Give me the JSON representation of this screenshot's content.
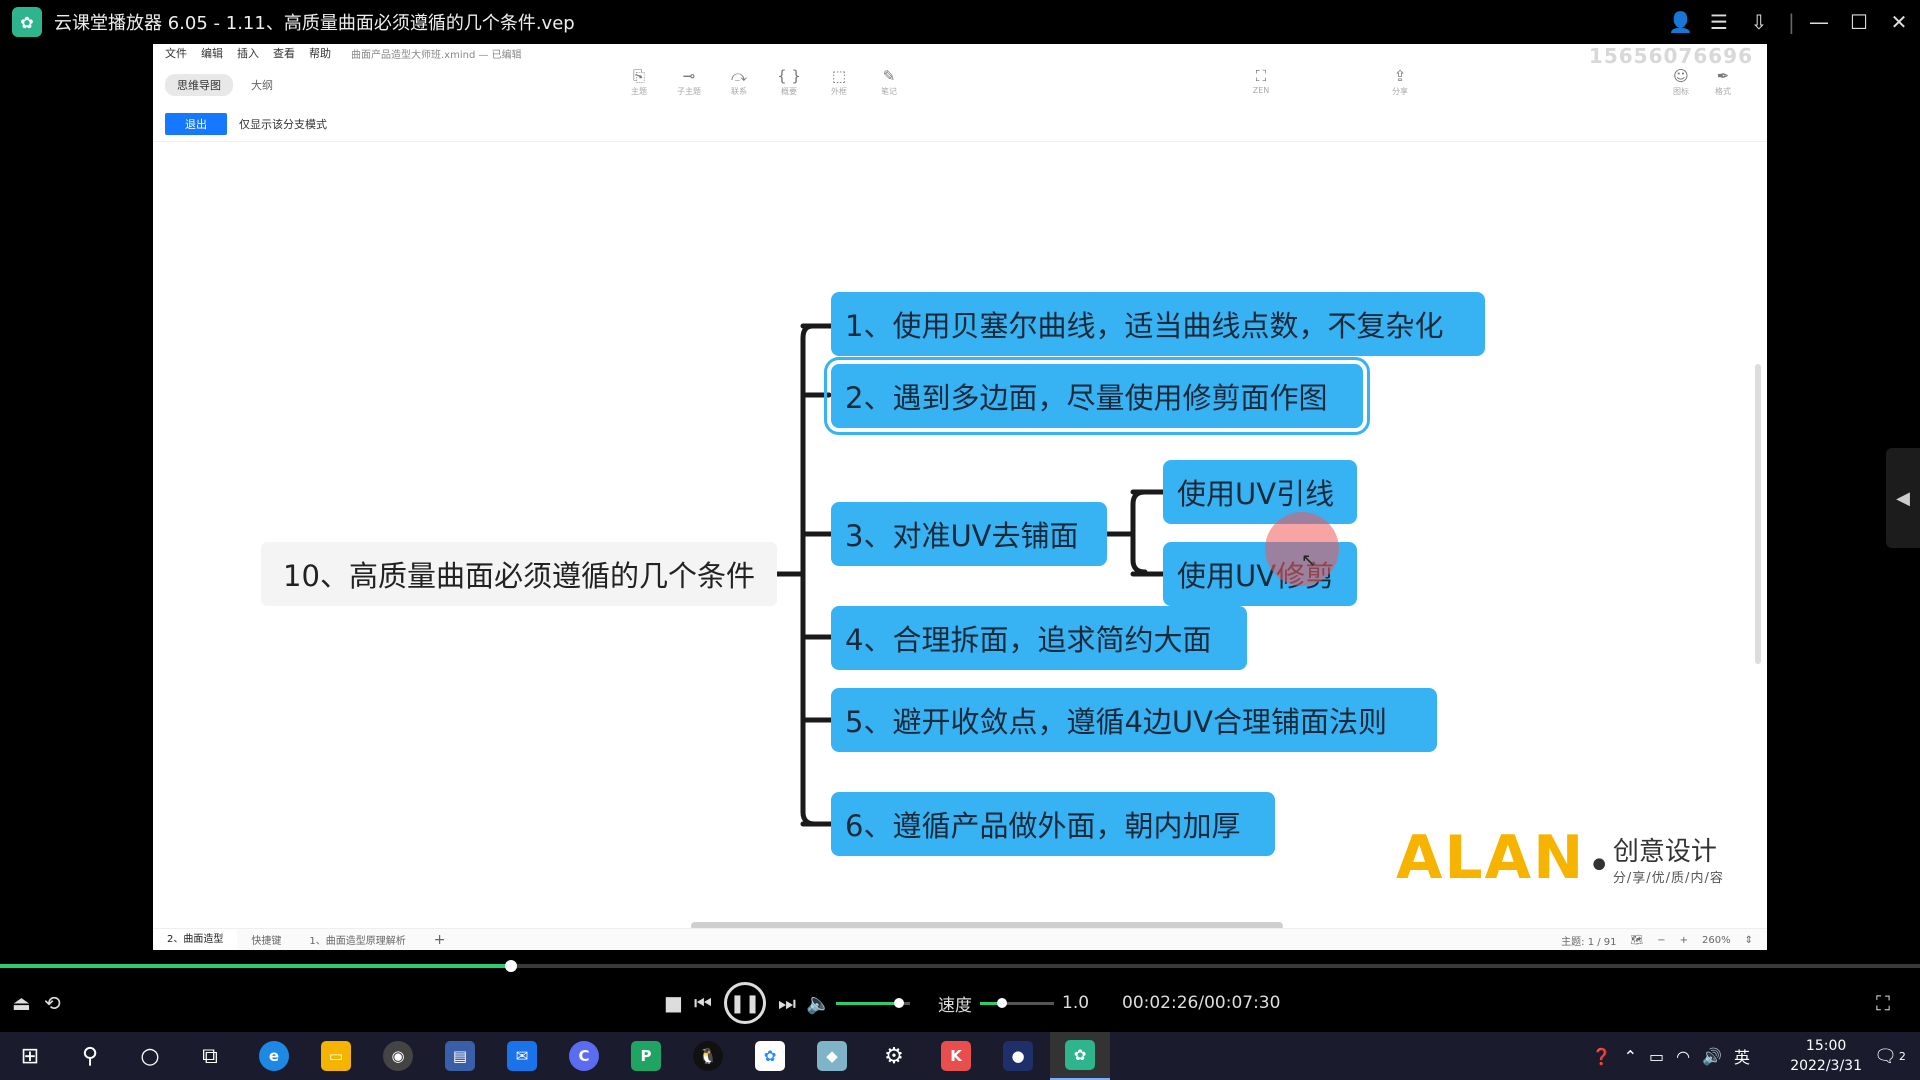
{
  "window": {
    "title": "云课堂播放器 6.05 - 1.11、高质量曲面必须遵循的几个条件.vep",
    "controls": [
      "user-icon",
      "list-icon",
      "download-icon",
      "minimize-icon",
      "maximize-icon",
      "close-icon"
    ]
  },
  "xmind": {
    "menu": [
      "文件",
      "编辑",
      "插入",
      "查看",
      "帮助"
    ],
    "doc_title": "曲面产品造型大师班.xmind — 已编辑",
    "watermark": "15656076696",
    "view_tabs": [
      "思维导图",
      "大纲"
    ],
    "tools": [
      {
        "icon": "topic-icon",
        "label": "主题"
      },
      {
        "icon": "subtopic-icon",
        "label": "子主题"
      },
      {
        "icon": "relation-icon",
        "label": "联系"
      },
      {
        "icon": "summary-icon",
        "label": "概要"
      },
      {
        "icon": "boundary-icon",
        "label": "外框"
      },
      {
        "icon": "note-icon",
        "label": "笔记"
      }
    ],
    "zen_label": "ZEN",
    "share_label": "分享",
    "right_tools": [
      {
        "icon": "icon-panel-icon",
        "label": "图标"
      },
      {
        "icon": "format-icon",
        "label": "格式"
      }
    ],
    "exit_button": "退出",
    "branch_mode_label": "仅显示该分支模式",
    "central_topic": "10、高质量曲面必须遵循的几个条件",
    "topics": [
      "1、使用贝塞尔曲线，适当曲线点数，不复杂化",
      "2、遇到多边面，尽量使用修剪面作图",
      "3、对准UV去铺面",
      "4、合理拆面，追求简约大面",
      "5、避开收敛点，遵循4边UV合理铺面法则",
      "6、遵循产品做外面，朝内加厚"
    ],
    "subtopics": [
      "使用UV引线",
      "使用UV修剪"
    ],
    "brand": {
      "main": "ALAN",
      "dot": "•",
      "cn": "创意设计",
      "sub": "分/享/优/质/内/容"
    },
    "sheet_tabs": [
      "2、曲面造型",
      "快捷键",
      "1、曲面造型原理解析"
    ],
    "add_sheet": "+",
    "topic_count": "主题: 1 / 91",
    "zoom": "260%",
    "accent": "#37b2f3"
  },
  "player": {
    "progress_fraction": 0.266,
    "volume_fraction": 0.85,
    "speed_label": "速度",
    "speed_value": "1.0",
    "speed_fraction": 0.3,
    "time": "00:02:26/00:07:30"
  },
  "taskbar": {
    "clock_time": "15:00",
    "clock_date": "2022/3/31",
    "ime": "英",
    "notifications": "2"
  }
}
